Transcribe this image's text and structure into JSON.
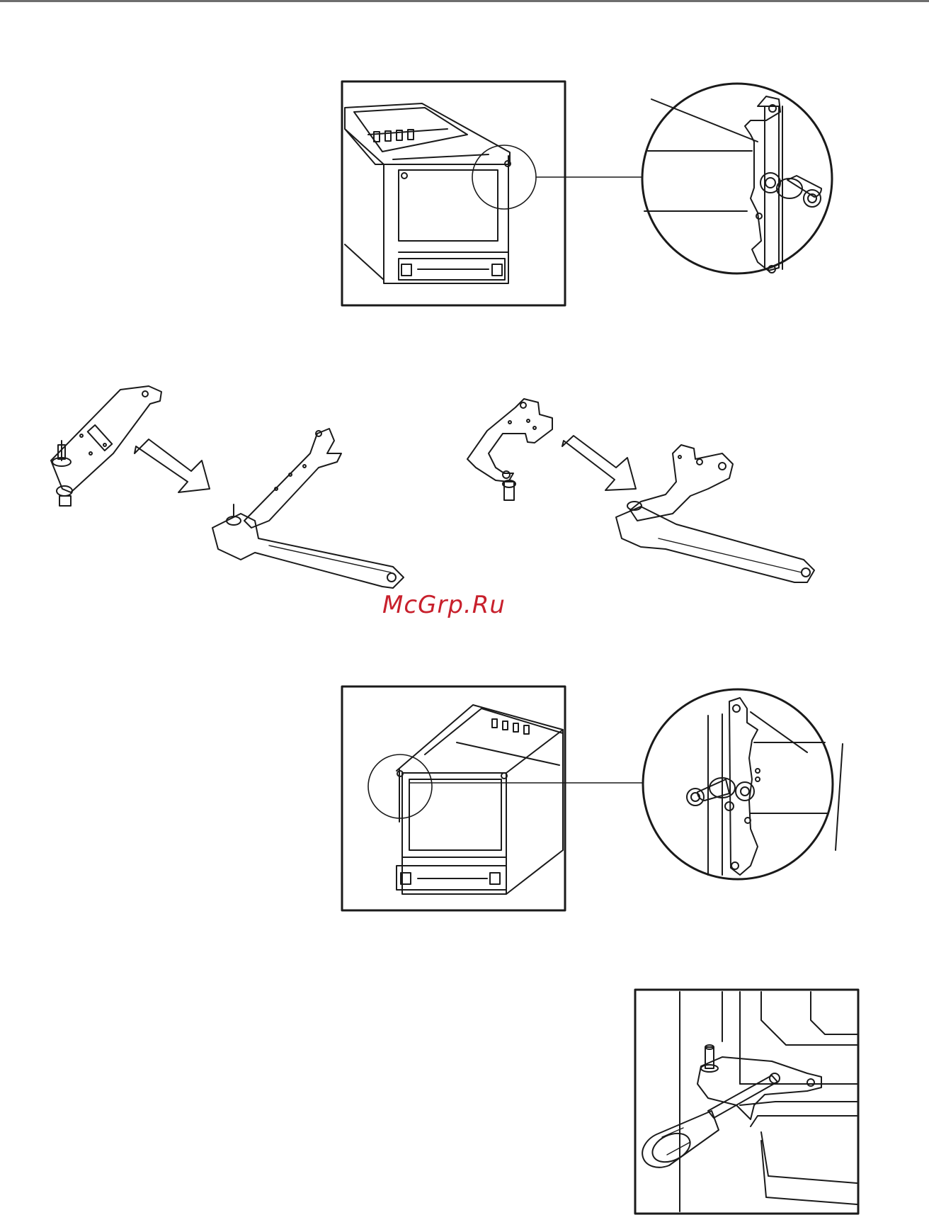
{
  "page": {
    "watermark_text": "McGrp.Ru",
    "watermark_color": "#c8202c",
    "line_color": "#1a1a1a"
  },
  "figures": [
    {
      "id": "fig-top-hinge",
      "content": "refrigerator-top-hinge-detail"
    },
    {
      "id": "fig-hinge-swap",
      "content": "hinge-parts-wrench-sequence"
    },
    {
      "id": "fig-mirror-hinge",
      "content": "refrigerator-top-hinge-other-side"
    },
    {
      "id": "fig-bottom-hinge",
      "content": "bottom-hinge-screwdriver"
    }
  ]
}
